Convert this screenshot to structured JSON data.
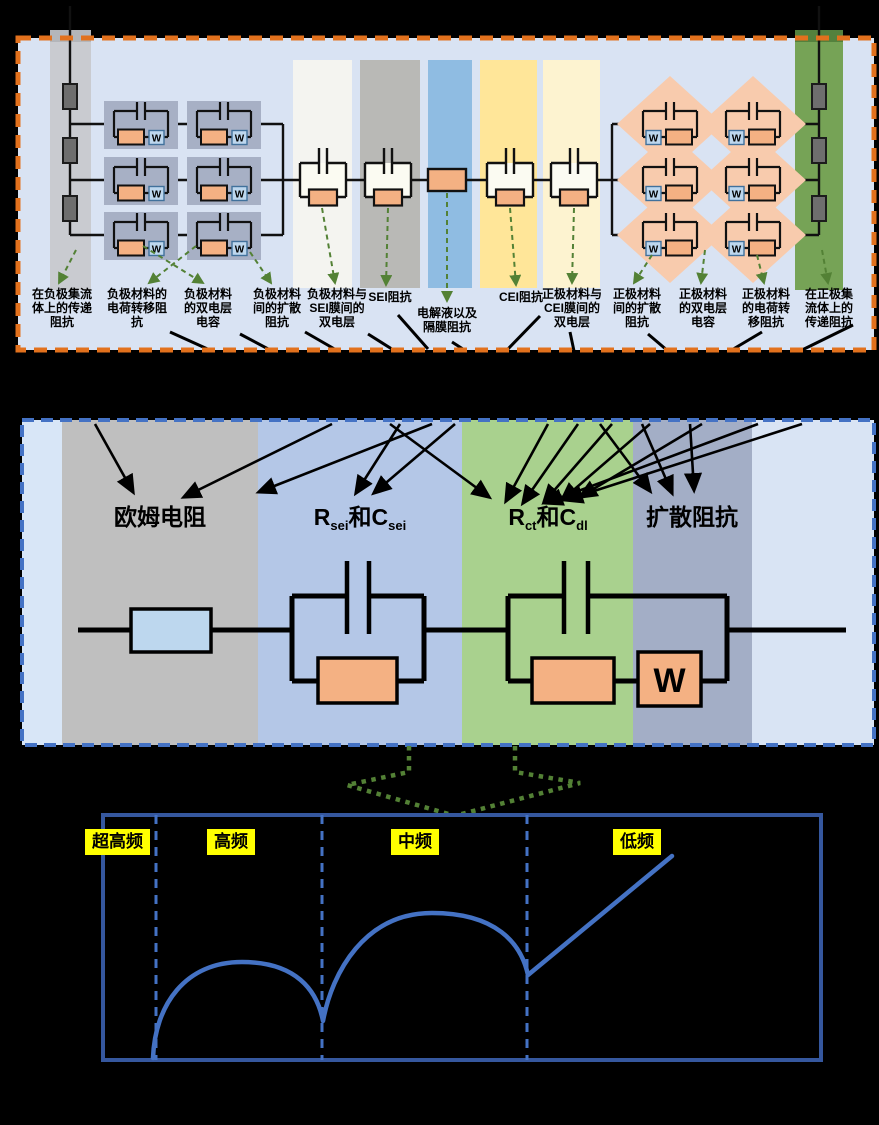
{
  "w_label": "W",
  "panel1": {
    "component_labels": [
      "在负极集流体上的传递阻抗",
      "负极材料的电荷转移阻抗",
      "负极材料的双电层电容",
      "负极材料间的扩散阻抗",
      "负极材料与SEI膜间的双电层",
      "SEI阻抗",
      "电解液以及隔膜阻抗",
      "CEI阻抗",
      "正极材料与CEI膜间的双电层",
      "正极材料间的扩散阻抗",
      "正极材料的双电层电容",
      "正极材料的电荷转移阻抗",
      "在正极集流体上的传递阻抗"
    ]
  },
  "panel2": {
    "band_labels": {
      "ohmic": "欧姆电阻",
      "sei_parts": [
        "R",
        "sei",
        "和C",
        "sei"
      ],
      "ct_parts": [
        "R",
        "ct",
        "和C",
        "dl"
      ],
      "diffusion": "扩散阻抗"
    }
  },
  "panel3": {
    "frequency_labels": [
      "超高频",
      "高频",
      "中频",
      "低频"
    ]
  },
  "colors": {
    "panel_bg": "#d9e3f3",
    "border_orange": "#e2711d",
    "border_blue": "#4472c4",
    "resistor_orange": "#f4b183",
    "warburg_blue": "#bdd7ee",
    "collector_gray": "#c9cbd0",
    "collector_green": "#76a356",
    "tile_slate": "#a7b0c5",
    "diamond_orange": "#f8cbad",
    "band_gray": "#bfbfbf",
    "band_blue": "#b4c7e7",
    "band_green": "#a9d18e",
    "band_slate": "#a3aec6",
    "leader_green": "#538135",
    "curve_blue": "#4472c4",
    "highlight_yellow": "#ffff00"
  }
}
